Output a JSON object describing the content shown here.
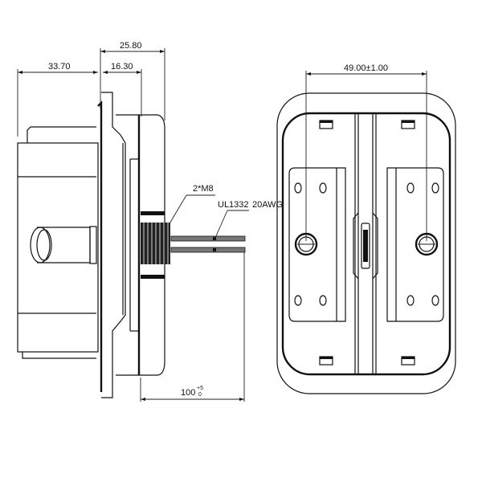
{
  "drawing": {
    "side_view": {
      "dimensions": {
        "overall_depth": "25.80",
        "body_length": "33.70",
        "flange_to_back": "16.30",
        "wire_length": "100",
        "wire_tolerance_upper": "+5",
        "wire_tolerance_lower": "0"
      },
      "callouts": {
        "stud_thread": "2*M8",
        "wire_spec": "UL1332",
        "wire_gauge": "20AWG"
      }
    },
    "front_view": {
      "dimensions": {
        "stud_spacing": "49.00±1.00"
      }
    },
    "colors": {
      "line": "#111111",
      "background": "#ffffff"
    }
  }
}
